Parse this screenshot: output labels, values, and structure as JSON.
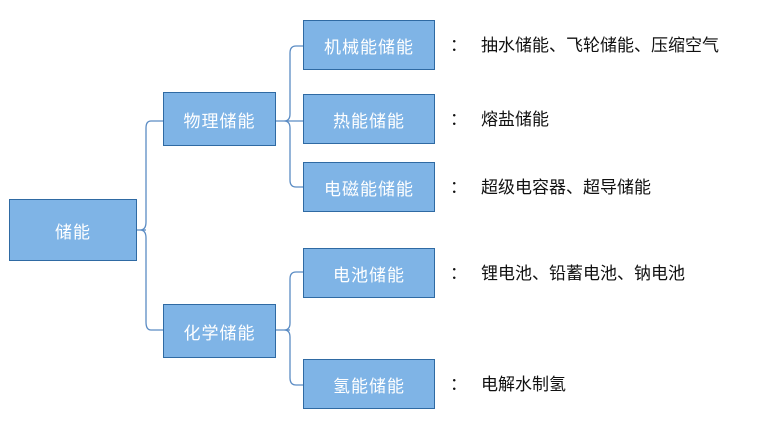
{
  "colors": {
    "node_fill": "#7fb4e6",
    "node_border": "#2f6aa3",
    "node_text": "#ffffff",
    "connector": "#5b8cc4",
    "note_text": "#111111"
  },
  "root": {
    "label": "储能"
  },
  "physical": {
    "label": "物理储能",
    "children": [
      {
        "label": "机械能储能",
        "note": "抽水储能、飞轮储能、压缩空气"
      },
      {
        "label": "热能储能",
        "note": "熔盐储能"
      },
      {
        "label": "电磁能储能",
        "note": "超级电容器、超导储能"
      }
    ]
  },
  "chemical": {
    "label": "化学储能",
    "children": [
      {
        "label": "电池储能",
        "note": "锂电池、铅蓄电池、钠电池"
      },
      {
        "label": "氢能储能",
        "note": "电解水制氢"
      }
    ]
  },
  "separator": "："
}
